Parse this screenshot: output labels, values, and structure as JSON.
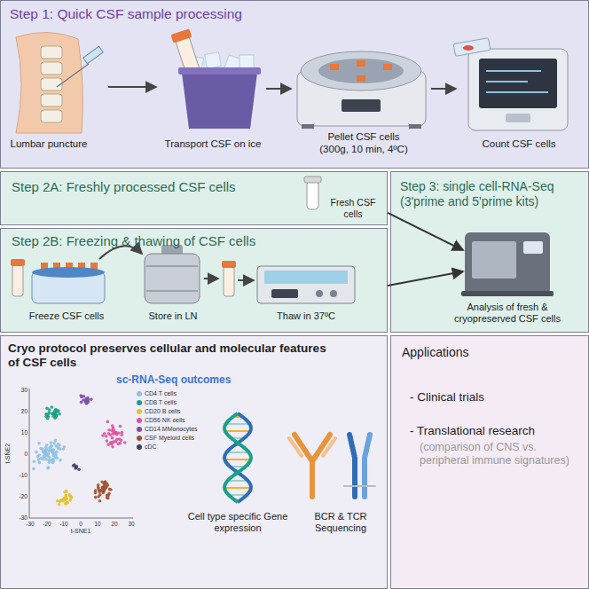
{
  "diagram": {
    "nodes": [
      {
        "text": [
          "Step 1: Quick CSF sample processing"
        ]
      },
      {
        "text": [
          "Step 2A: Freshly processed CSF cells"
        ]
      },
      {
        "text": [
          "Step 2B: Freezing & thawing of CSF cells"
        ]
      },
      {
        "text": [
          "Step 3: single cell-RNA-Seq (3'prime and 5'prime kits)"
        ]
      },
      {
        "text": [
          "Cryo protocol preserves cellular and molecular features of CSF cells",
          "sc-RNA-Seq outcomes"
        ]
      },
      {
        "text": [
          "Applications"
        ]
      }
    ],
    "edges": [
      {
        "from": 1,
        "to": 3,
        "arrow": "to"
      },
      {
        "from": 2,
        "to": 3,
        "arrow": "to"
      }
    ],
    "labels": [
      "Lumbar puncture",
      "Transport CSF on ice",
      "Pellet CSF cells (300g, 10 min, 4ºC)",
      "Count CSF cells",
      "Fresh CSF cells",
      "Freeze CSF cells",
      "Store in LN",
      "Thaw in 37ºC",
      "Analysis of fresh & cryopreserved CSF cells",
      "t-SNE2",
      "t-SNE1",
      "30",
      "20",
      "10",
      "0",
      "-10",
      "-20",
      "-30",
      "-30",
      "-20",
      "-10",
      "0",
      "10",
      "20",
      "30",
      "Cell type specific Gene expression",
      "BCR & TCR Sequencing",
      "- Clinical trials",
      "- Translational research",
      "(comparison of CNS vs. peripheral immune signatures)"
    ],
    "legend": [
      {
        "text": "CD4 T cells",
        "color": "#8fc1e3"
      },
      {
        "text": "CD8 T cells",
        "color": "#1aa08a"
      },
      {
        "text": "CD20 B cells",
        "color": "#e6c229"
      },
      {
        "text": "CD56 NK cells",
        "color": "#e052a0"
      },
      {
        "text": "CD14 MMonocytes",
        "color": "#7b4fa8"
      },
      {
        "text": "CSF Myeloid cells",
        "color": "#a0522d"
      },
      {
        "text": "cDC",
        "color": "#3d3d6b"
      }
    ]
  }
}
